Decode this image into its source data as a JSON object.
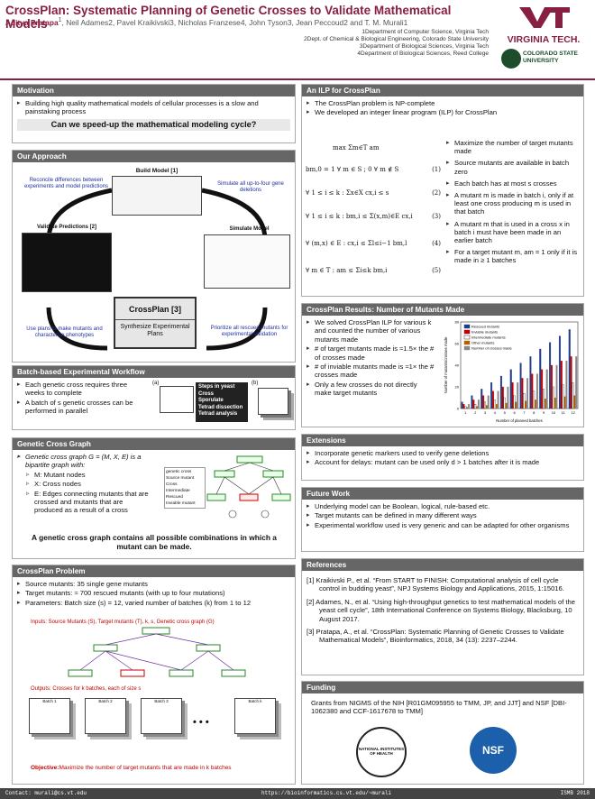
{
  "header": {
    "title": "CrossPlan: Systematic Planning of Genetic Crosses to Validate Mathematical Models",
    "first_author": "Aditya Pratapa",
    "first_author_sup": "1",
    "other_authors": ", Neil Adames2, Pavel Kraikivski3, Nicholas Franzese4, John Tyson3, Jean Peccoud2 and T. M. Murali1",
    "affiliations": [
      "1Department of Computer Science, Virginia Tech",
      "2Dept. of Chemical & Biological Engineering, Colorado State University",
      "3Department of Biological Sciences, Virginia Tech",
      "4Department of Biological Sciences, Reed College"
    ],
    "logo_vt": "VIRGINIA TECH.",
    "logo_csu_line1": "COLORADO STATE",
    "logo_csu_line2": "UNIVERSITY",
    "colors": {
      "maroon": "#861f41",
      "csu_green": "#1e4d2b"
    }
  },
  "motivation": {
    "heading": "Motivation",
    "bullet": "Building high quality mathematical models of cellular processes is a slow and painstaking process",
    "question": "Can we speed-up the mathematical modeling cycle?"
  },
  "approach": {
    "heading": "Our Approach",
    "build_model": "Build Model [1]",
    "reconcile": "Reconcile differences between experiments and model predictions",
    "simulate_note": "Simulate all up-to-four gene deletions",
    "validate": "Validate Predictions [2]",
    "simulate_model": "Simulate Model",
    "crossplan": "CrossPlan [3]",
    "synthesize": "Synthesize Experimental Plans",
    "use_plans": "Use plans to make mutants and characterize phenotypes",
    "prioritize": "Prioritize all rescued mutants for experimental validation"
  },
  "workflow": {
    "heading": "Batch-based Experimental Workflow",
    "bullets": [
      "Each genetic cross requires three weeks to complete",
      "A batch of s genetic crosses can be performed in parallel"
    ],
    "steps_title": "Steps in yeast",
    "steps": [
      "Cross",
      "Sporulate",
      "Tetrad dissection",
      "Tetrad analysis"
    ],
    "label_a": "(a)",
    "label_b": "(b)"
  },
  "graph": {
    "heading": "Genetic Cross Graph",
    "intro": "Genetic cross graph G = (M, X, E) is a bipartite graph with:",
    "items": [
      "M: Mutant nodes",
      "X: Cross nodes",
      "E: Edges connecting mutants that are crossed and mutants that are produced as a result of a cross"
    ],
    "conclusion": "A genetic cross graph contains all possible combinations in which a mutant can be made.",
    "legend": [
      "genetic cross",
      "Source mutant",
      "Cross",
      "Intermediate",
      "Rescued",
      "Inviable mutant"
    ]
  },
  "problem": {
    "heading": "CrossPlan Problem",
    "bullets": [
      "Source mutants: 35 single gene mutants",
      "Target mutants: ≈ 700 rescued mutants (with up to four mutations)",
      "Parameters: Batch size (s) = 12, varied number of batches (k) from 1 to 12"
    ],
    "inputs": "Inputs: Source Mutants (S), Target mutants (T), k, s, Genetic cross graph (G)",
    "outputs": "Outputs: Crosses for k batches, each of size s",
    "batches": [
      "Batch 1",
      "Batch 2",
      "Batch 3",
      "Batch k"
    ],
    "ellipsis": "• • •",
    "objective_label": "Objective:",
    "objective": "Maximize the number of target mutants that are made in k batches"
  },
  "ilp": {
    "heading": "An ILP for CrossPlan",
    "bullets": [
      "The CrossPlan problem is NP-complete",
      "We developed an integer linear program (ILP) for CrossPlan"
    ],
    "equations": [
      {
        "expr": "max Σm∈T am",
        "num": ""
      },
      {
        "expr": "bm,0 = 1 ∀ m ∈ S ; 0 ∀ m ∉ S",
        "num": "(1)"
      },
      {
        "expr": "∀ 1 ≤ i ≤ k : Σx∈X cx,i ≤ s",
        "num": "(2)"
      },
      {
        "expr": "∀ 1 ≤ i ≤ k : bm,i ≤ Σ(x,m)∈E cx,i",
        "num": "(3)"
      },
      {
        "expr": "∀ (m,x) ∈ E : cx,i ≤ Σl≤i−1 bm,l",
        "num": "(4)"
      },
      {
        "expr": "∀ m ∈ T : am ≤ Σi≤k bm,i",
        "num": "(5)"
      }
    ],
    "explanations": [
      "Maximize the number of target mutants made",
      "Source mutants are available in batch zero",
      "Each batch has at most s crosses",
      "A mutant m is made in batch i, only if at least one cross producing m is used in that batch",
      "A mutant m that is used in a cross x in batch i must have been made in an earlier batch",
      "For a target mutant m, am = 1 only if it is made in ≥ 1 batches"
    ]
  },
  "results": {
    "heading": "CrossPlan Results: Number of Mutants Made",
    "bullets": [
      "We solved CrossPlan ILP for various k and counted the number of various mutants made",
      "# of target mutants made is ≈1.5× the # of crosses made",
      "# of inviable mutants made is ≈1× the # crosses made",
      "Only a few crosses do not directly make target mutants"
    ],
    "chart_data": {
      "type": "bar",
      "xlabel": "Number of planned batches",
      "ylabel": "Number of mutants/crosses made",
      "categories": [
        "1",
        "2",
        "3",
        "4",
        "5",
        "6",
        "7",
        "8",
        "9",
        "10",
        "11",
        "12"
      ],
      "ylim": [
        0,
        80
      ],
      "legend_placement": "top-left",
      "series": [
        {
          "name": "Rescued mutants",
          "color": "#1f3c88",
          "values": [
            6,
            12,
            18,
            24,
            30,
            36,
            42,
            48,
            55,
            61,
            67,
            73
          ]
        },
        {
          "name": "Inviable mutants",
          "color": "#c00000",
          "values": [
            4,
            8,
            12,
            16,
            20,
            24,
            28,
            32,
            36,
            40,
            44,
            48
          ]
        },
        {
          "name": "Intermediate mutants",
          "color": "#000000",
          "values": [
            2,
            4,
            6,
            8,
            10,
            12,
            14,
            16,
            18,
            20,
            22,
            24
          ]
        },
        {
          "name": "Other mutants",
          "color": "#b06000",
          "values": [
            1,
            2,
            3,
            4,
            5,
            6,
            7,
            8,
            9,
            10,
            11,
            12
          ]
        },
        {
          "name": "Number of crosses made",
          "color": "#888888",
          "values": [
            4,
            8,
            12,
            16,
            20,
            24,
            28,
            32,
            36,
            40,
            44,
            48
          ]
        }
      ]
    }
  },
  "extensions": {
    "heading": "Extensions",
    "bullets": [
      "Incorporate genetic markers used to verify gene deletions",
      "Account for delays: mutant can be used only d > 1 batches after it is made"
    ]
  },
  "future": {
    "heading": "Future Work",
    "bullets": [
      "Underlying model can be Boolean, logical, rule-based etc.",
      "Target mutants can be defined in many different ways",
      "Experimental workflow used is very generic and can be adapted for other organisms"
    ]
  },
  "references": {
    "heading": "References",
    "items": [
      "[1] Kraikivski P., et al. “From START to FINISH: Computational analysis of cell cycle control in budding yeast”, NPJ Systems Biology and Applications, 2015, 1:15016.",
      "[2] Adames, N., et al. “Using high-throughput genetics to test mathematical models of the yeast cell cycle”, 18th International Conference on Systems Biology, Blacksburg, 10 August 2017.",
      "[3] Pratapa, A., et al. “CrossPlan: Systematic Planning of Genetic Crosses to Validate Mathematical Models”, Bioinformatics, 2018, 34 (13): 2237–2244."
    ]
  },
  "funding": {
    "heading": "Funding",
    "text": "Grants from NIGMS of the NIH [R01GM095955 to TMM, JP, and JJT] and NSF [DBI-1062380 and CCF-1617678 to TMM]",
    "nih_logo": "NATIONAL INSTITUTES OF HEALTH",
    "nsf_logo": "NSF"
  },
  "footer": {
    "contact": "Contact: murali@cs.vt.edu",
    "url": "https://bioinformatics.cs.vt.edu/~murali",
    "venue": "ISMB 2018"
  }
}
